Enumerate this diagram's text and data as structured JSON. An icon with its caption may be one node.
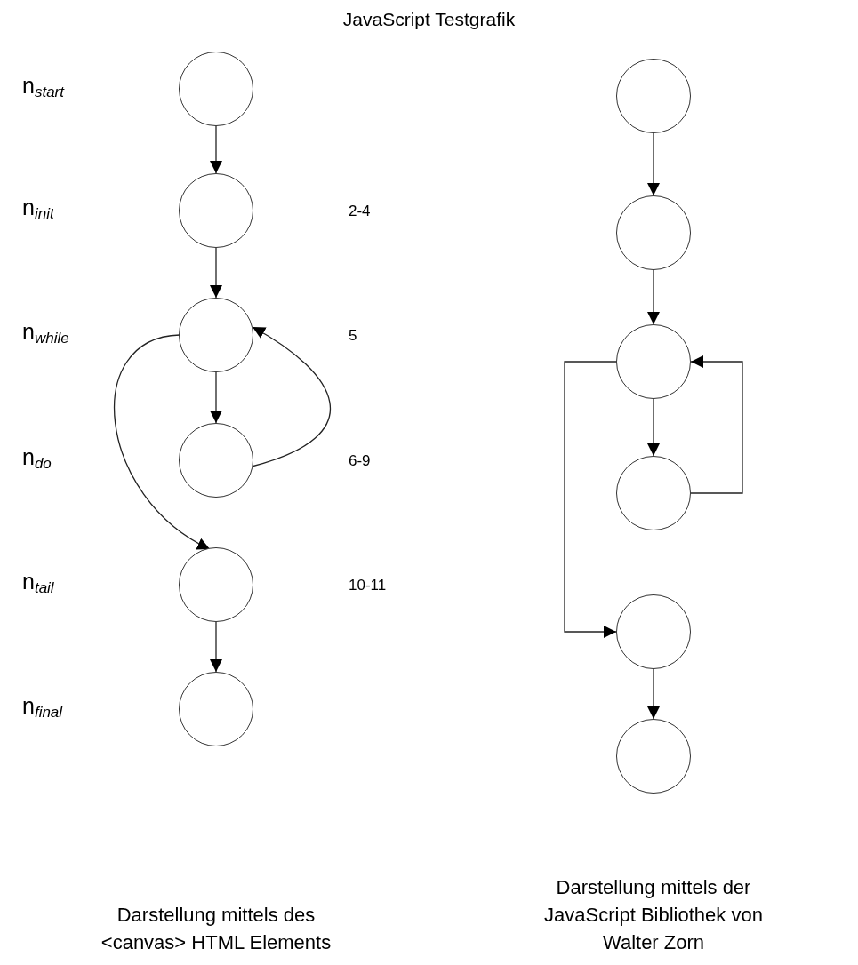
{
  "diagram": {
    "title": "JavaScript Testgrafik",
    "nodes": [
      {
        "text": [],
        "shape": "circle"
      },
      {
        "text": [],
        "shape": "circle"
      },
      {
        "text": [],
        "shape": "circle"
      },
      {
        "text": [],
        "shape": "circle"
      },
      {
        "text": [],
        "shape": "circle"
      },
      {
        "text": [],
        "shape": "circle"
      },
      {
        "text": [],
        "shape": "circle"
      },
      {
        "text": [],
        "shape": "circle"
      },
      {
        "text": [],
        "shape": "circle"
      },
      {
        "text": [],
        "shape": "circle"
      },
      {
        "text": [],
        "shape": "circle"
      },
      {
        "text": [],
        "shape": "circle"
      }
    ],
    "edges": [
      {
        "from": 0,
        "to": 1,
        "arrow": "to"
      },
      {
        "from": 1,
        "to": 2,
        "arrow": "to"
      },
      {
        "from": 2,
        "to": 3,
        "arrow": "to"
      },
      {
        "from": 3,
        "to": 2,
        "arrow": "to"
      },
      {
        "from": 2,
        "to": 4,
        "arrow": "to"
      },
      {
        "from": 4,
        "to": 5,
        "arrow": "to"
      },
      {
        "from": 6,
        "to": 7,
        "arrow": "to"
      },
      {
        "from": 7,
        "to": 8,
        "arrow": "to"
      },
      {
        "from": 8,
        "to": 9,
        "arrow": "to"
      },
      {
        "from": 9,
        "to": 8,
        "arrow": "to"
      },
      {
        "from": 8,
        "to": 10,
        "arrow": "to"
      },
      {
        "from": 10,
        "to": 11,
        "arrow": "to"
      }
    ],
    "labels": [
      "n$_{start}$",
      "n$_{init}$",
      "2-4",
      "n$_{while}$",
      "5",
      "n$_{do}$",
      "6-9",
      "n$_{tail}$",
      "10-11",
      "n$_{final}$",
      "Darstellung mittels des <canvas> HTML Elements",
      "Darstellung mittels der JavaScript Bibliothek von Walter Zorn"
    ]
  }
}
